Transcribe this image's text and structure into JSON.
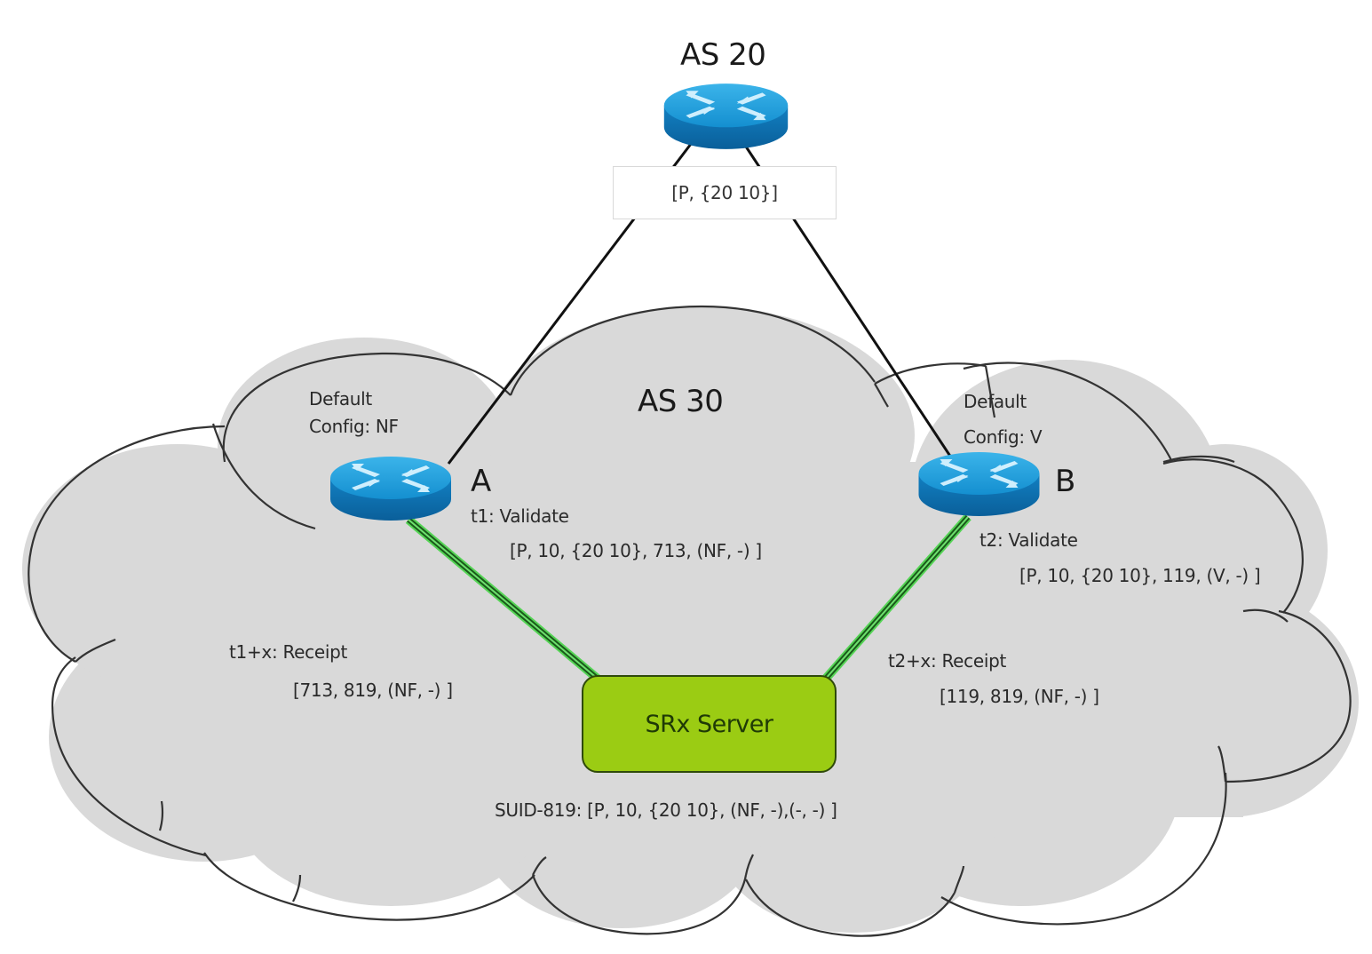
{
  "colors": {
    "cloud_fill": "#d9d9d9",
    "cloud_stroke": "#333333",
    "router_top": "#1e9ad6",
    "router_side": "#0d6fae",
    "router_arrows": "#d6f2ff",
    "server_fill": "#9bcc13",
    "server_border": "#2f4a0a",
    "link_green": "#4fcf4f",
    "link_black": "#111111"
  },
  "as20": {
    "title": "AS 20",
    "router_icon": "router-icon",
    "announcement": "[P, {20 10}]"
  },
  "as30": {
    "title": "AS 30"
  },
  "router_a": {
    "name": "A",
    "router_icon": "router-icon",
    "default_config_line1": "Default",
    "default_config_line2": "Config: NF",
    "validate_line1": "t1: Validate",
    "validate_line2": "[P, 10, {20 10}, 713, (NF, -) ]",
    "receipt_line1": "t1+x: Receipt",
    "receipt_line2": "[713, 819, (NF, -) ]"
  },
  "router_b": {
    "name": "B",
    "router_icon": "router-icon",
    "default_config_line1": "Default",
    "default_config_line2": "Config: V",
    "validate_line1": "t2: Validate",
    "validate_line2": "[P, 10, {20 10}, 119, (V, -) ]",
    "receipt_line1": "t2+x: Receipt",
    "receipt_line2": "[119, 819, (NF, -) ]"
  },
  "srx_server": {
    "label": "SRx Server",
    "suid_entry": "SUID-819: [P, 10, {20 10}, (NF, -),(-, -) ]"
  }
}
